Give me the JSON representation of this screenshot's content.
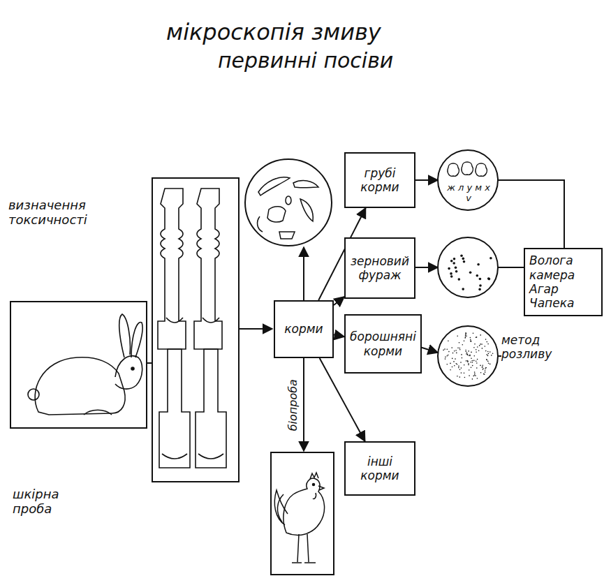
{
  "diagram": {
    "nodes": [
      {
        "text": [
          "корми"
        ]
      },
      {
        "text": [
          "грубі корми"
        ]
      },
      {
        "text": [
          "зерновий фураж"
        ]
      },
      {
        "text": [
          "борошняні корми"
        ]
      },
      {
        "text": [
          "інші корми"
        ]
      },
      {
        "text": [
          "Волога камера Агар Чапека"
        ]
      }
    ],
    "edges": [
      {
        "from": 0,
        "to": 1,
        "arrow": "to"
      },
      {
        "from": 0,
        "to": 2,
        "arrow": "to"
      },
      {
        "from": 0,
        "to": 3,
        "arrow": "to"
      },
      {
        "from": 0,
        "to": 4,
        "arrow": "to"
      }
    ],
    "labels": [
      "мікроскопія змиву",
      "первинні посіви",
      "визначення токсичності",
      "шкірна проба",
      "біопроба",
      "ж л у м х v",
      "метод розливу"
    ]
  }
}
